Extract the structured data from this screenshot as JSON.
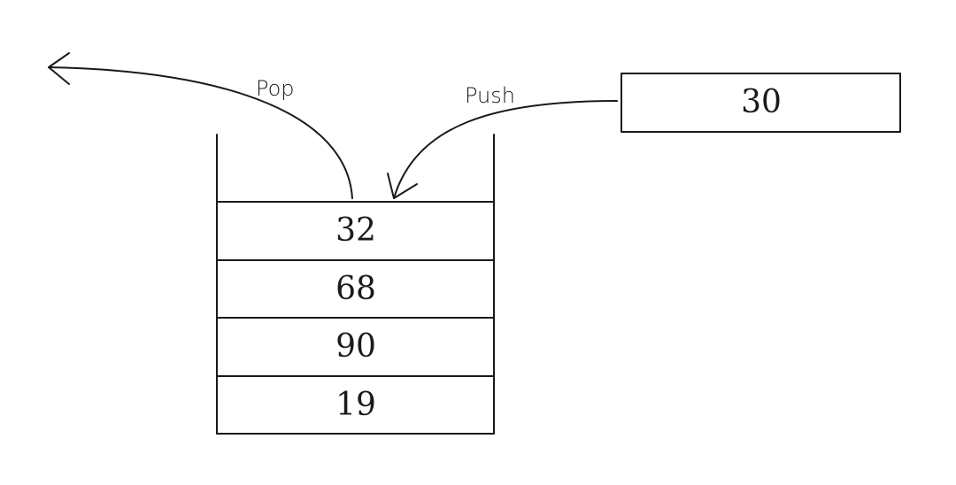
{
  "operations": {
    "pop_label": "Pop",
    "push_label": "Push"
  },
  "incoming": {
    "value": "30"
  },
  "stack": {
    "items": [
      {
        "value": "32"
      },
      {
        "value": "68"
      },
      {
        "value": "90"
      },
      {
        "value": "19"
      }
    ]
  }
}
